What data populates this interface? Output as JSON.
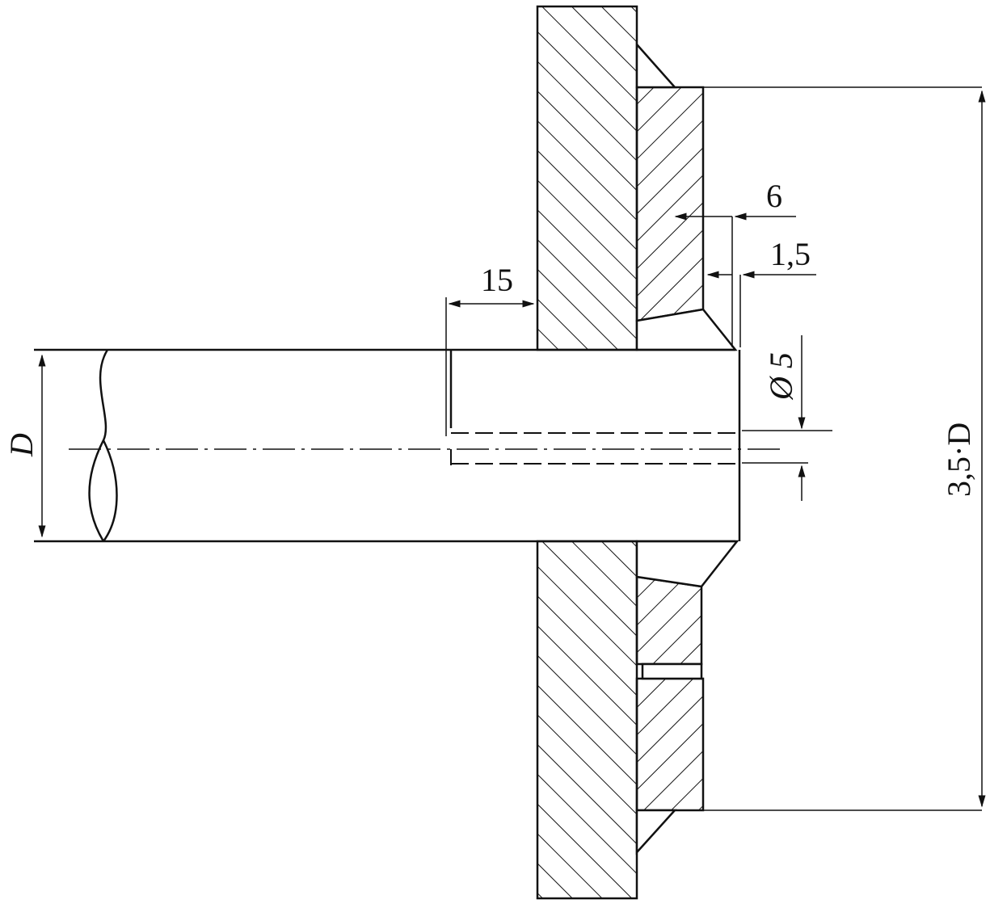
{
  "dimensions": {
    "pipe_diameter": "D",
    "protrusion": "15",
    "bevel_width": "6",
    "bevel_gap": "1,5",
    "vent_hole": "Ø 5",
    "pad_diameter": "3,5·D"
  },
  "colors": {
    "line": "#111111",
    "background": "#ffffff"
  }
}
